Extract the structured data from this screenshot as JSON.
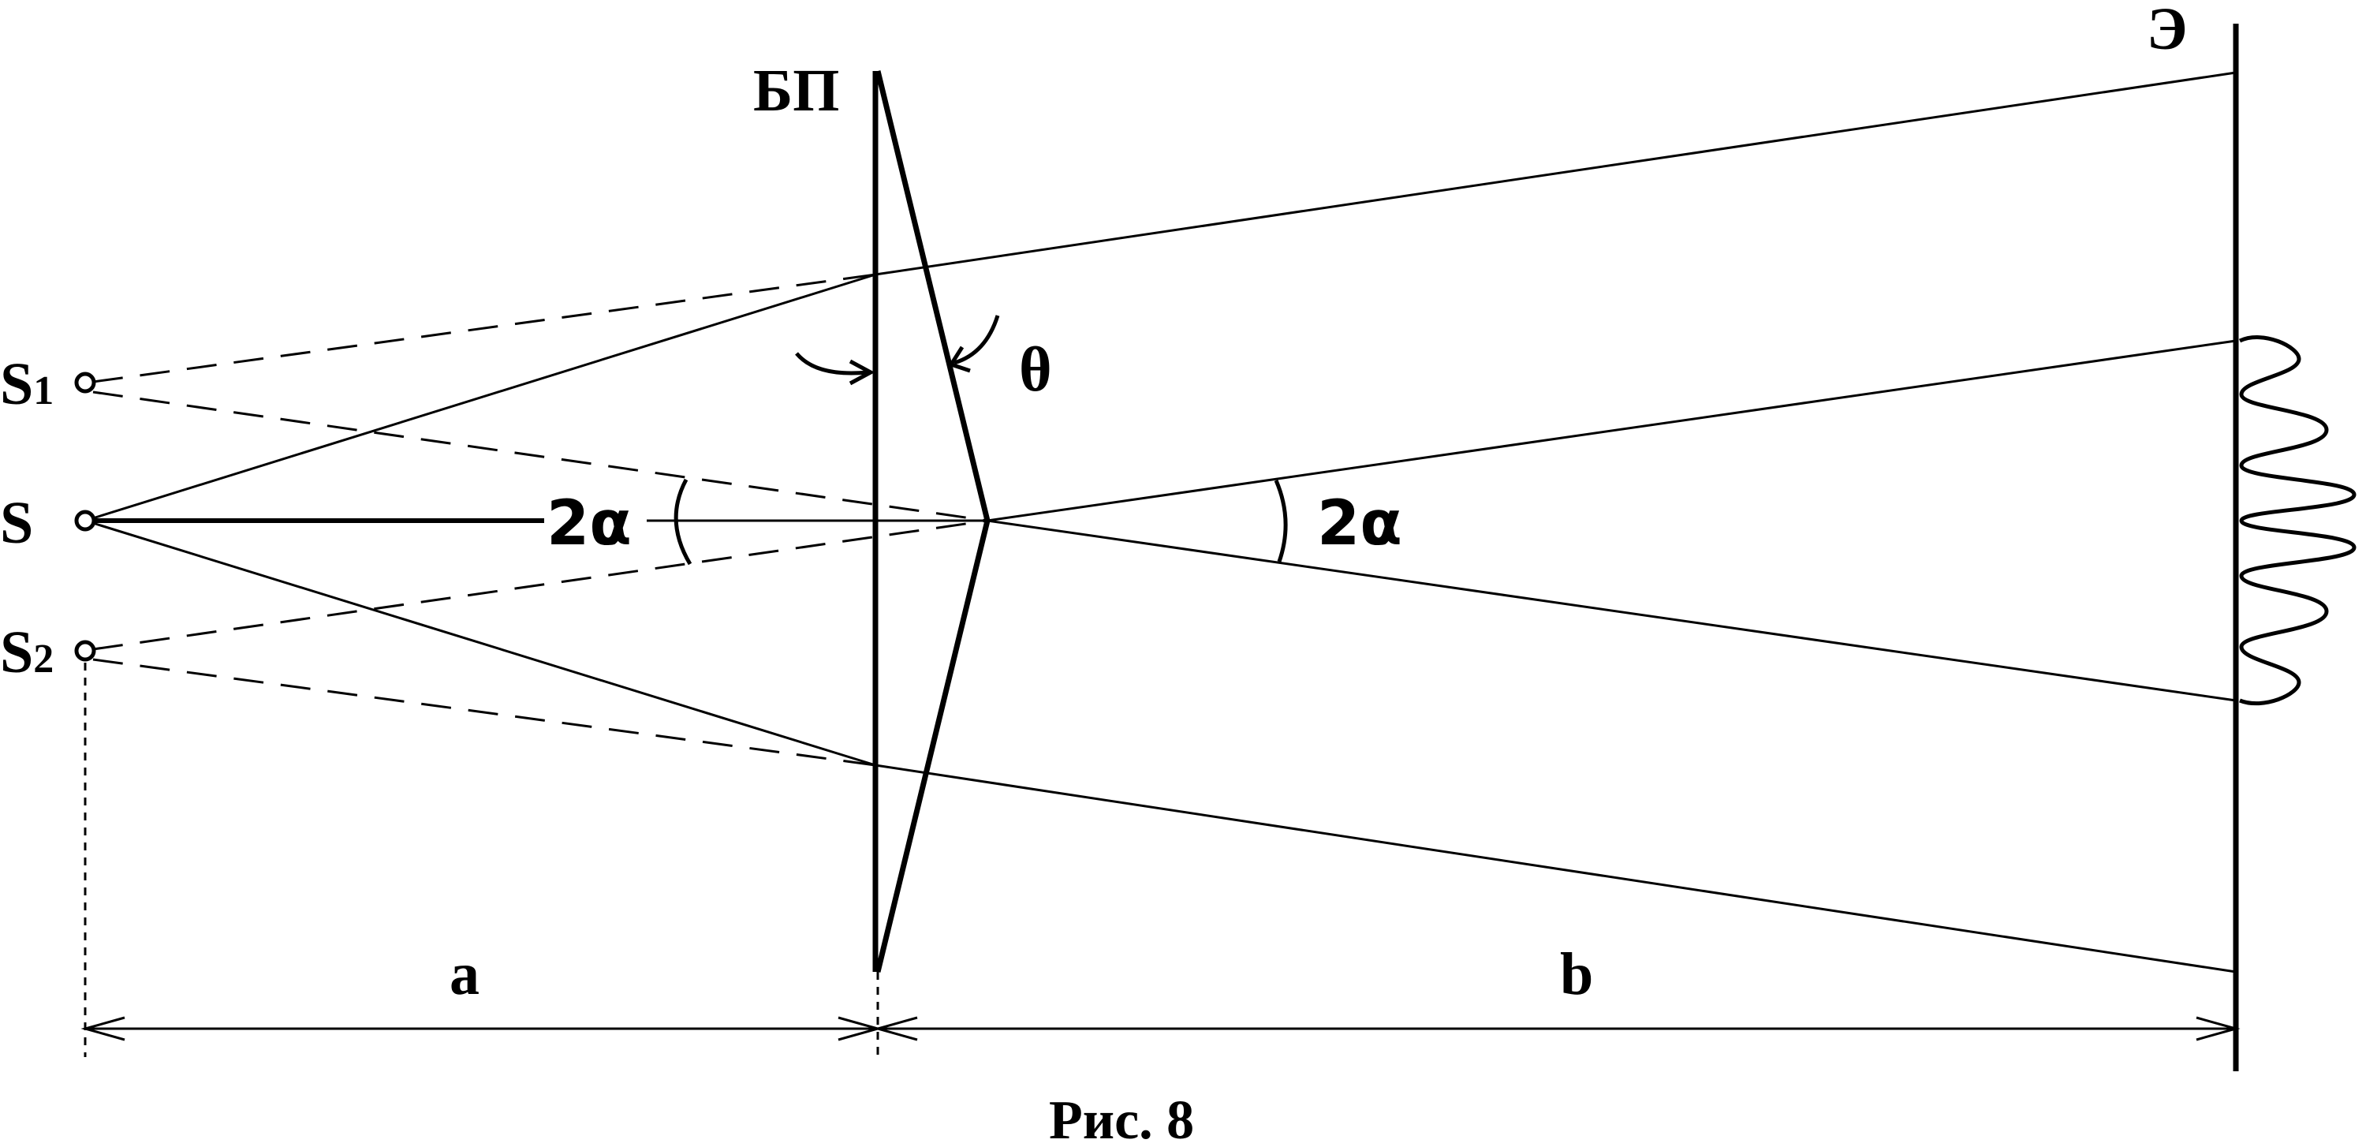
{
  "labels": {
    "source_s1_letter": "S",
    "source_s1_sub": "1",
    "source_s": "S",
    "source_s2_letter": "S",
    "source_s2_sub": "2",
    "biprism": "БП",
    "screen": "Э",
    "angle_theta": "θ",
    "angle_left": "2α",
    "angle_right": "2α",
    "dist_a": "a",
    "dist_b": "b",
    "caption": "Рис. 8"
  }
}
